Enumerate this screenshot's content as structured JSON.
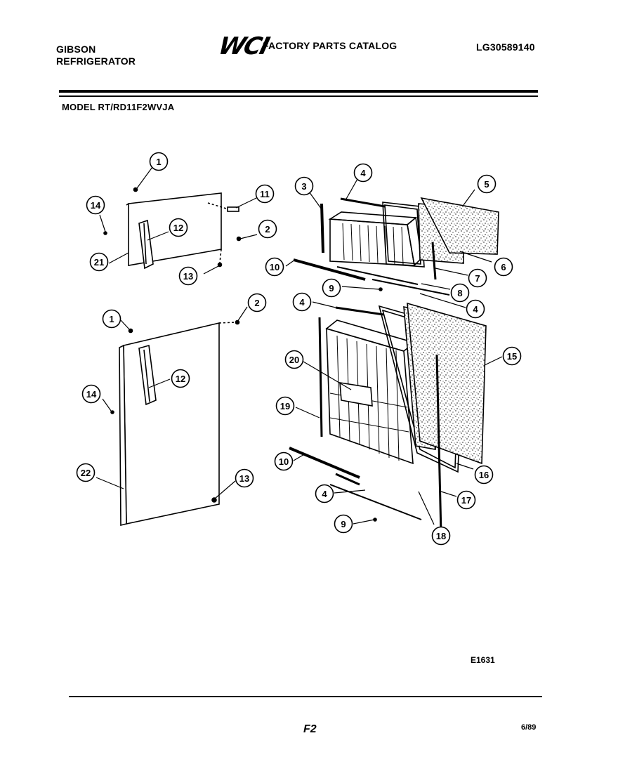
{
  "header": {
    "brand_line1": "GIBSON",
    "brand_line2": "REFRIGERATOR",
    "logo_text": "WCI",
    "catalog_title": "FACTORY PARTS CATALOG",
    "catalog_number": "LG30589140"
  },
  "model": {
    "label": "MODEL RT/RD11F2WVJA"
  },
  "diagram": {
    "callouts": [
      {
        "id": "c1a",
        "label": "1"
      },
      {
        "id": "c14a",
        "label": "14"
      },
      {
        "id": "c12a",
        "label": "12"
      },
      {
        "id": "c21",
        "label": "21"
      },
      {
        "id": "c11",
        "label": "11"
      },
      {
        "id": "c2a",
        "label": "2"
      },
      {
        "id": "c13a",
        "label": "13"
      },
      {
        "id": "c3",
        "label": "3"
      },
      {
        "id": "c4a",
        "label": "4"
      },
      {
        "id": "c5",
        "label": "5"
      },
      {
        "id": "c6",
        "label": "6"
      },
      {
        "id": "c7",
        "label": "7"
      },
      {
        "id": "c8",
        "label": "8"
      },
      {
        "id": "c10a",
        "label": "10"
      },
      {
        "id": "c9a",
        "label": "9"
      },
      {
        "id": "c4b",
        "label": "4"
      },
      {
        "id": "c4c",
        "label": "4"
      },
      {
        "id": "c1b",
        "label": "1"
      },
      {
        "id": "c2b",
        "label": "2"
      },
      {
        "id": "c12b",
        "label": "12"
      },
      {
        "id": "c14b",
        "label": "14"
      },
      {
        "id": "c22",
        "label": "22"
      },
      {
        "id": "c13b",
        "label": "13"
      },
      {
        "id": "c20",
        "label": "20"
      },
      {
        "id": "c15",
        "label": "15"
      },
      {
        "id": "c19",
        "label": "19"
      },
      {
        "id": "c10b",
        "label": "10"
      },
      {
        "id": "c16",
        "label": "16"
      },
      {
        "id": "c4d",
        "label": "4"
      },
      {
        "id": "c17",
        "label": "17"
      },
      {
        "id": "c9b",
        "label": "9"
      },
      {
        "id": "c18",
        "label": "18"
      }
    ]
  },
  "footer": {
    "diagram_id": "E1631",
    "page": "F2",
    "date": "6/89"
  }
}
